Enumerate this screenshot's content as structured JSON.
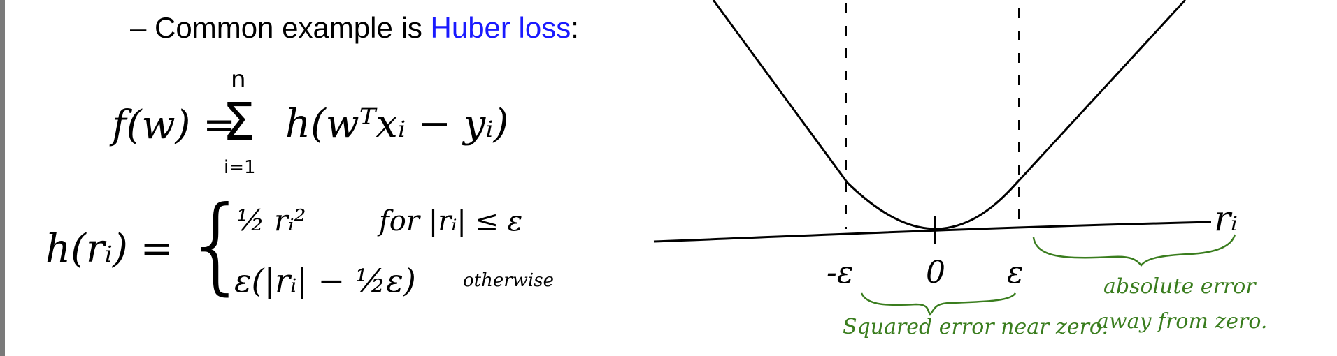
{
  "bullet": {
    "dash": "–",
    "prefix": "Common example is ",
    "highlight": "Huber loss",
    "suffix": ":",
    "highlight_color": "#1a1aff"
  },
  "equation_f": {
    "lhs": "f(w) =",
    "sum_symbol": "Σ",
    "upper": "n",
    "lower": "i=1",
    "body": "h(wᵀxᵢ − yᵢ)"
  },
  "equation_h": {
    "lhs": "h(rᵢ) =",
    "brace": "{",
    "case1_expr": "½ rᵢ²",
    "case1_cond": "for |rᵢ| ≤ ε",
    "case2_expr": "ε(|rᵢ| − ½ε)",
    "case2_cond": "otherwise"
  },
  "plot": {
    "axis_label": "rᵢ",
    "tick_neg": "-ε",
    "tick_zero": "0",
    "tick_pos": "ε",
    "annotation_squared": "Squared error near zero.",
    "annotation_abs_line1": "absolute error",
    "annotation_abs_line2": "away from zero.",
    "annotation_color": "#3a7d1e"
  }
}
